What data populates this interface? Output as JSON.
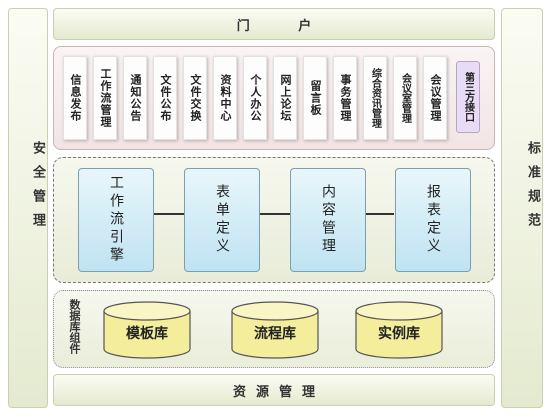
{
  "portal": {
    "label": "门 户"
  },
  "left_side": {
    "label": "安全管理"
  },
  "right_side": {
    "label": "标准规范"
  },
  "modules": [
    "信息发布",
    "工作流管理",
    "通知公告",
    "文件公布",
    "文件交换",
    "资料中心",
    "个人办公",
    "网上论坛",
    "留言板",
    "事务管理",
    "综合资讯管理",
    "会议室管理",
    "会议管理"
  ],
  "third_party": {
    "label": "第三方接口"
  },
  "engines": [
    "工作流引擎",
    "表单定义",
    "内容管理",
    "报表定义"
  ],
  "database": {
    "label": "数据库组件",
    "items": [
      "模板库",
      "流程库",
      "实例库"
    ]
  },
  "resources": {
    "label": "资源管理"
  },
  "colors": {
    "panel_green": "#e8edd6",
    "module_bg": "#f4e8e8",
    "engine_blue": "#c6e6f3",
    "cylinder": "#f4ee9c",
    "third_party": "#e7dcf4"
  }
}
